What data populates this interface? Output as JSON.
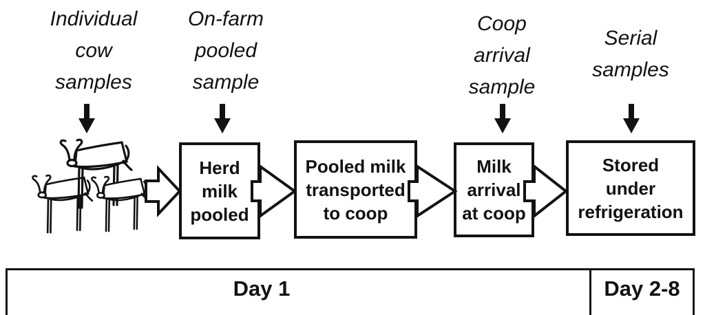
{
  "diagram": {
    "colors": {
      "ink": "#121212",
      "background": "#ffffff"
    },
    "sample_labels": [
      {
        "id": "individual-cow-samples",
        "lines": [
          "Individual",
          "cow",
          "samples"
        ]
      },
      {
        "id": "on-farm-pooled-sample",
        "lines": [
          "On-farm",
          "pooled",
          "sample"
        ]
      },
      {
        "id": "coop-arrival-sample",
        "lines": [
          "Coop",
          "arrival",
          "sample"
        ]
      },
      {
        "id": "serial-samples",
        "lines": [
          "Serial",
          "samples"
        ]
      }
    ],
    "steps": [
      {
        "id": "herd-milk-pooled",
        "lines": [
          "Herd",
          "milk",
          "pooled"
        ]
      },
      {
        "id": "pooled-milk-transported-to-coop",
        "lines": [
          "Pooled milk",
          "transported",
          "to coop"
        ]
      },
      {
        "id": "milk-arrival-at-coop",
        "lines": [
          "Milk",
          "arrival",
          "at coop"
        ]
      },
      {
        "id": "stored-under-refrigeration",
        "lines": [
          "Stored",
          "under",
          "refrigeration"
        ]
      }
    ],
    "timeline": [
      {
        "label": "Day 1"
      },
      {
        "label": "Day 2-8"
      }
    ],
    "icons": {
      "herd": "cow-herd-line-drawing",
      "sample_arrow": "down-arrow",
      "flow_arrow": "right-block-arrow"
    }
  }
}
